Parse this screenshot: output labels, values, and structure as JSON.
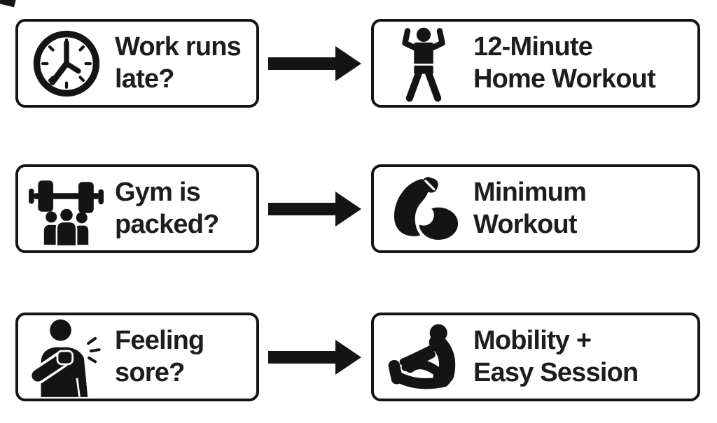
{
  "diagram": {
    "background_color": "#ffffff",
    "ink_color": "#141414",
    "text_color": "#1d1d1d",
    "arrow_icon": "right-arrow-icon",
    "rows": [
      {
        "condition": {
          "icon": "clock-icon",
          "line1": "Work runs",
          "line2": "late?"
        },
        "result": {
          "icon": "jumping-jack-person-icon",
          "line1": "12-Minute",
          "line2": "Home Workout"
        }
      },
      {
        "condition": {
          "icon": "dumbbell-crowd-icon",
          "line1": "Gym is",
          "line2": "packed?"
        },
        "result": {
          "icon": "flexed-bicep-icon",
          "line1": "Minimum",
          "line2": "Workout"
        }
      },
      {
        "condition": {
          "icon": "sore-shoulder-person-icon",
          "line1": "Feeling",
          "line2": "sore?"
        },
        "result": {
          "icon": "stretching-person-icon",
          "line1": "Mobility +",
          "line2": "Easy Session"
        }
      }
    ]
  }
}
